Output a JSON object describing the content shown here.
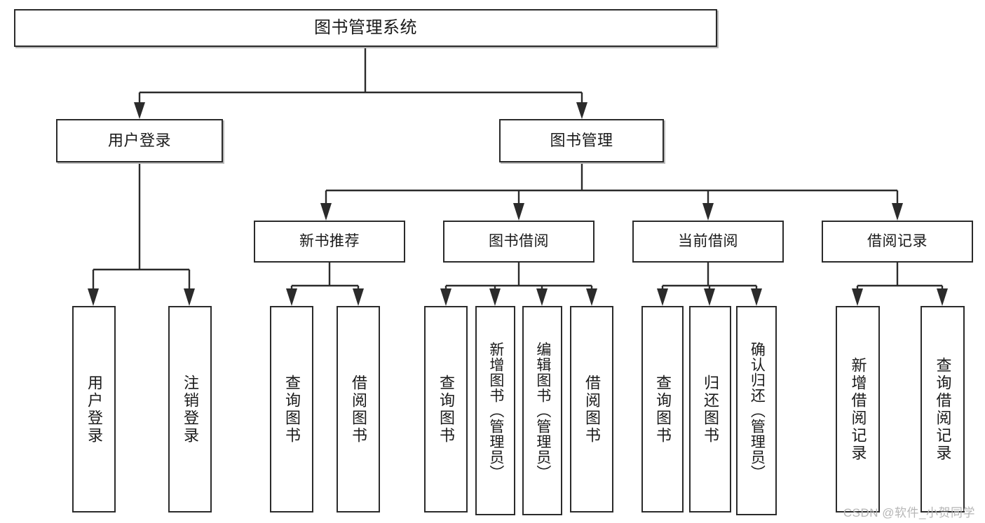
{
  "diagram": {
    "title": "图书管理系统",
    "type": "tree",
    "colors": {
      "box_border": "#2b2b2b",
      "box_fill": "#ffffff",
      "connector": "#2b2b2b",
      "text": "#1a1a1a",
      "watermark": "#b6b6b6",
      "background": "#ffffff"
    },
    "root": {
      "label": "图书管理系统"
    },
    "level2": [
      {
        "label": "用户登录"
      },
      {
        "label": "图书管理"
      }
    ],
    "level3": [
      {
        "label": "新书推荐"
      },
      {
        "label": "图书借阅"
      },
      {
        "label": "当前借阅"
      },
      {
        "label": "借阅记录"
      }
    ],
    "leaves": {
      "user_login": [
        {
          "label": "用户登录"
        },
        {
          "label": "注销登录"
        }
      ],
      "new_book_recommend": [
        {
          "label": "查询图书"
        },
        {
          "label": "借阅图书"
        }
      ],
      "book_borrow": [
        {
          "label": "查询图书"
        },
        {
          "label": "新增图书（管理员）"
        },
        {
          "label": "编辑图书（管理员）"
        },
        {
          "label": "借阅图书"
        }
      ],
      "current_borrow": [
        {
          "label": "查询图书"
        },
        {
          "label": "归还图书"
        },
        {
          "label": "确认归还（管理员）"
        }
      ],
      "borrow_record": [
        {
          "label": "新增借阅记录"
        },
        {
          "label": "查询借阅记录"
        }
      ]
    }
  },
  "watermark": {
    "text": "CSDN @软件_小贺同学"
  }
}
